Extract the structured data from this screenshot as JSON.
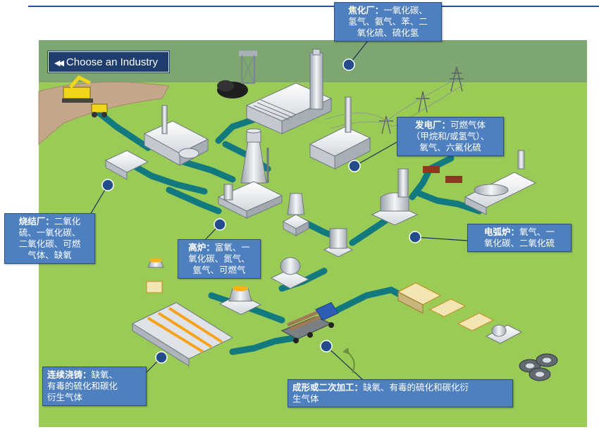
{
  "nav": {
    "choose_label": "Choose an Industry",
    "choose_icon": "double-chevron-left-icon"
  },
  "colors": {
    "pipe": "#127a7e",
    "callout": "#4e7fbf",
    "ground": "#9acb56",
    "band": "#7ea670",
    "marker": "#234d8a"
  },
  "callouts": {
    "coke": {
      "title": "焦化厂：",
      "lines": [
        "一氧化碳、",
        "氢气、氨气、苯、二",
        "氧化硫、硫化氢"
      ]
    },
    "power": {
      "title": "发电厂：",
      "lines": [
        "可燃气体",
        "（甲烷和/或氢气）、",
        "氧气、六氟化硫"
      ]
    },
    "sinter": {
      "title": "烧结厂：",
      "lines": [
        "二氧化",
        "硫、一氧化碳、",
        "二氧化碳、可燃",
        "气体、缺氧"
      ]
    },
    "blast": {
      "title": "高炉：",
      "lines": [
        "富氧、一",
        "氧化碳、氮气、",
        "氩气、可燃气"
      ]
    },
    "eaf": {
      "title": "电弧炉：",
      "lines": [
        "氧气、一",
        "氧化碳、二氧化硫"
      ]
    },
    "caster": {
      "title": "连续浇铸：",
      "lines": [
        "缺氧、",
        "有毒的硫化和碳化",
        "衍生气体"
      ]
    },
    "forming": {
      "title": "成形或二次加工：",
      "lines": [
        "缺氧、有毒的硫化和碳化衍",
        "生气体"
      ]
    }
  }
}
